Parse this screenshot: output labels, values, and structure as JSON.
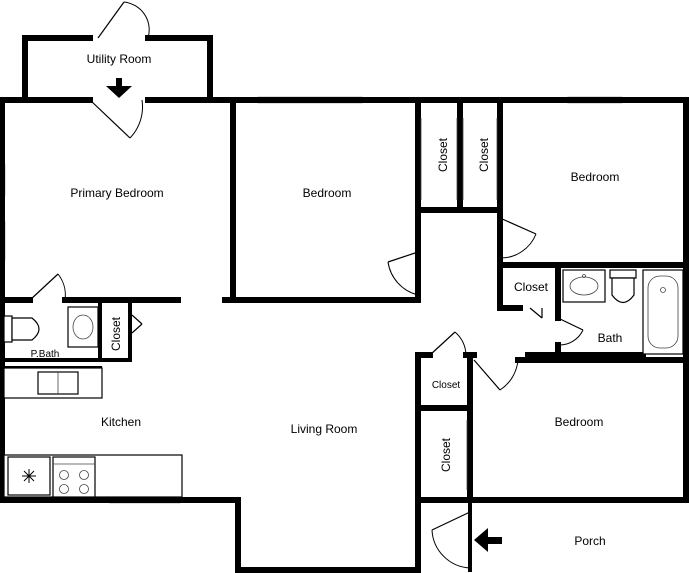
{
  "rooms": {
    "utility": "Utility Room",
    "primary_bedroom": "Primary Bedroom",
    "bedroom_center": "Bedroom",
    "bedroom_right": "Bedroom",
    "bedroom_lower": "Bedroom",
    "closet_1": "Closet",
    "closet_2": "Closet",
    "closet_3": "Closet",
    "closet_4": "Closet",
    "closet_5": "Closet",
    "closet_6": "Closet",
    "bath": "Bath",
    "p_bath": "P.Bath",
    "kitchen": "Kitchen",
    "living_room": "Living Room",
    "porch": "Porch"
  },
  "icons": {
    "entry_arrows": "arrow-icon",
    "doors": "door-swing-icon",
    "appliances": [
      "toilet-icon",
      "sink-icon",
      "bathtub-icon",
      "stove-icon",
      "refrigerator-icon"
    ]
  }
}
